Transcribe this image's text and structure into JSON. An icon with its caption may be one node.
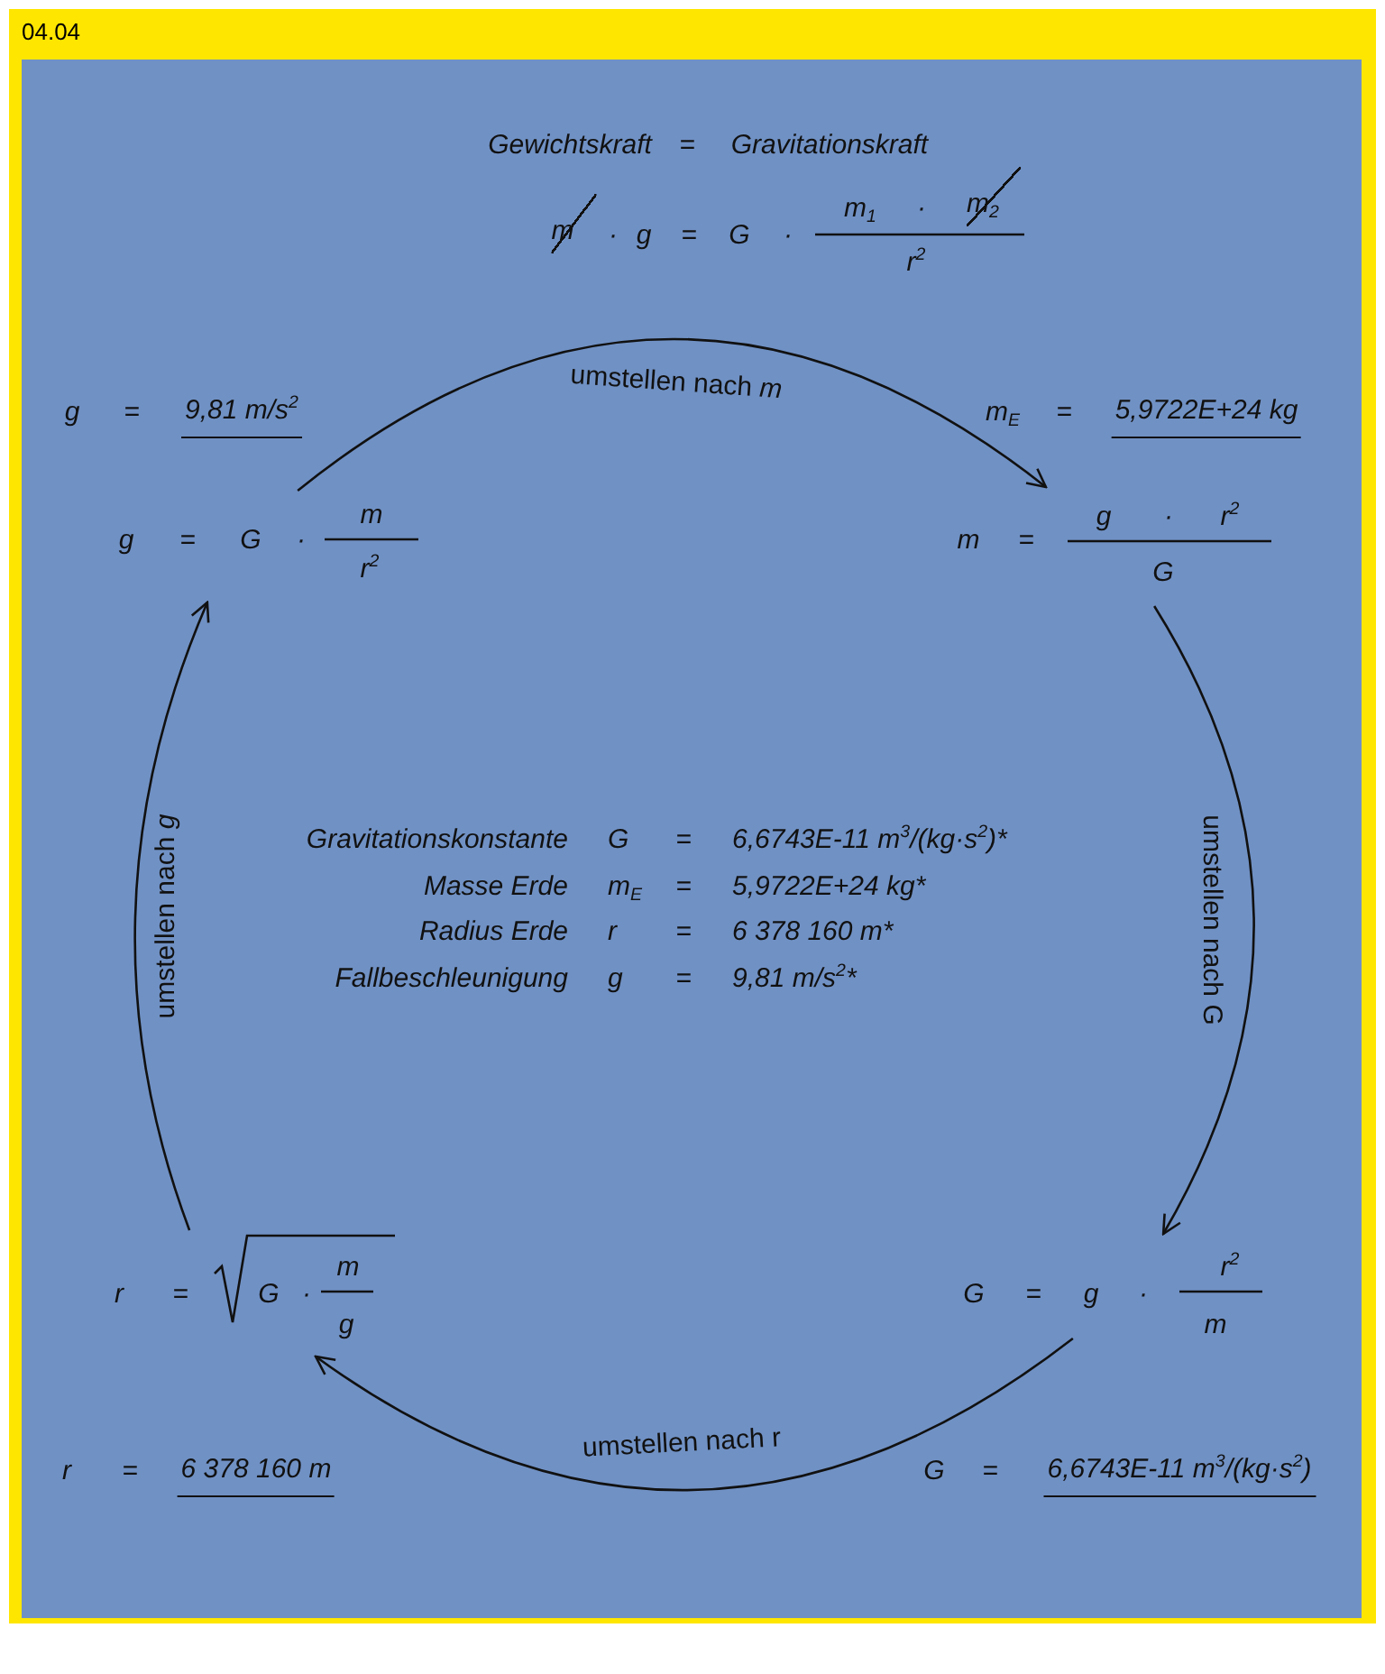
{
  "diagram": {
    "title": "04.04",
    "nodes": [
      {
        "text": [
          "g",
          "=",
          "G",
          "·",
          "m",
          "r$^{2}$"
        ]
      },
      {
        "text": [
          "m",
          "=",
          "g",
          "·",
          "r$^{2}$",
          "G"
        ]
      },
      {
        "text": [
          "G",
          "=",
          "g",
          "·",
          "r$^{2}$",
          "m"
        ]
      },
      {
        "text": [
          "r",
          "=",
          "G",
          "·",
          "m",
          "g"
        ]
      }
    ],
    "edges": [
      {
        "from": 0,
        "to": 1,
        "arrow": "to",
        "label": "umstellen nach *m*"
      },
      {
        "from": 1,
        "to": 2,
        "arrow": "to",
        "label": "umstellen nach G"
      },
      {
        "from": 2,
        "to": 3,
        "arrow": "to",
        "label": "umstellen nach r"
      },
      {
        "from": 3,
        "to": 0,
        "arrow": "to",
        "label": "umstellen nach *g*"
      }
    ],
    "labels": [
      "Gewichtskraft",
      "=",
      "Gravitationskraft",
      "m",
      "·",
      "g",
      "=",
      "G",
      "·",
      "m$_{1}$",
      "·",
      "m$_{2}$",
      "r$^{2}$",
      "g",
      "=",
      "9,81 m/s$^{2}$",
      "m$_{E}$",
      "=",
      "5,9722E+24 kg",
      "Gravitationskonstante",
      "G",
      "=",
      "6,6743E-11 m$^{3}$/(kg·s$^{2}$)*",
      "Masse Erde",
      "m$_{E}$",
      "=",
      "5,9722E+24 kg*",
      "Radius Erde",
      "r",
      "=",
      "6 378 160 m*",
      "Fallbeschleunigung",
      "g",
      "=",
      "9,81 m/s$^{2}$*",
      "r",
      "=",
      "6 378 160 m",
      "G",
      "=",
      "6,6743E-11 m$^{3}$/(kg·s$^{2}$)"
    ]
  }
}
